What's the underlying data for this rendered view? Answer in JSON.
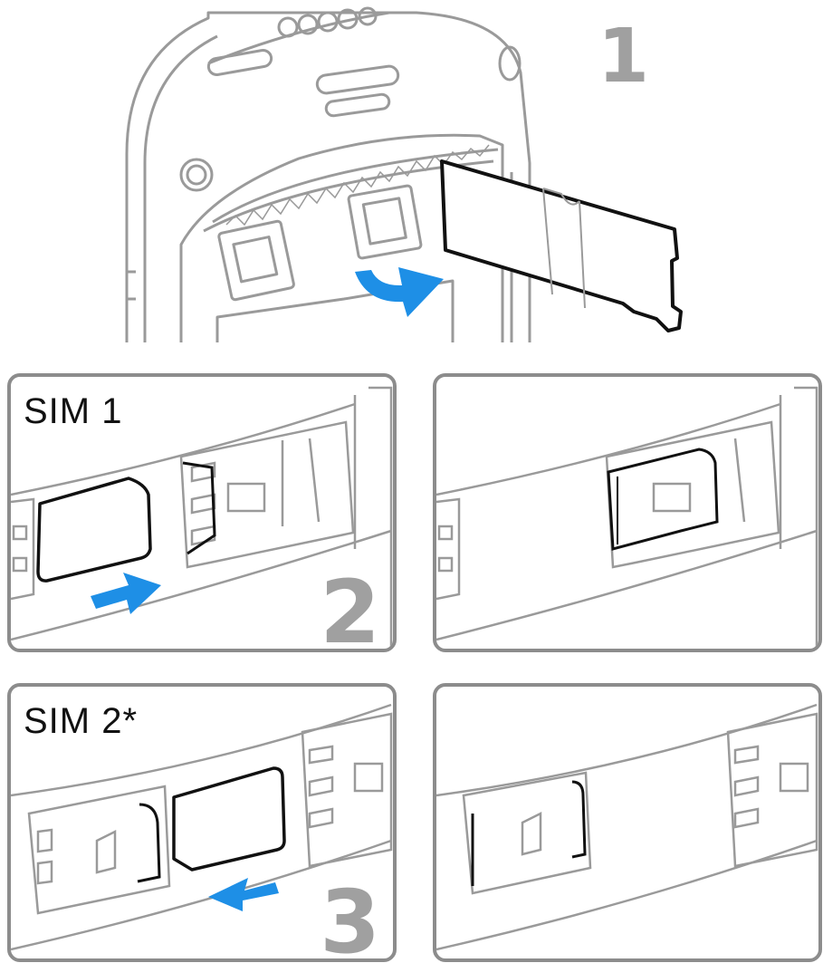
{
  "steps": {
    "step1": "1",
    "step2": "2",
    "step3": "3"
  },
  "labels": {
    "sim1": "SIM 1",
    "sim2": "SIM 2*"
  },
  "colors": {
    "arrow": "#1e8fe6",
    "outline": "#8c8c8c",
    "line": "#9a9a9a",
    "dark": "#111111",
    "number": "#a0a0a0"
  },
  "icons": {
    "rotate": "curved-arrow-icon",
    "insert": "straight-arrow-icon"
  }
}
